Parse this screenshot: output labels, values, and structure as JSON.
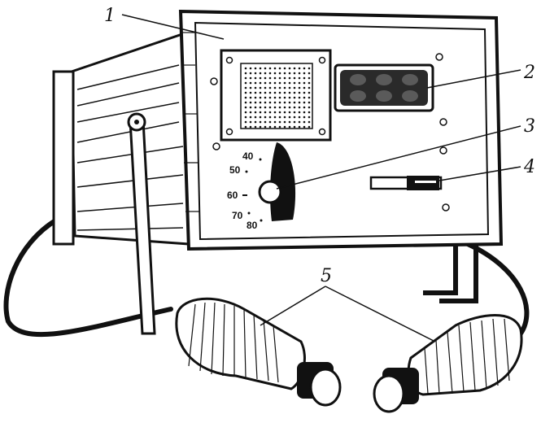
{
  "callouts": [
    "1",
    "2",
    "3",
    "4",
    "5"
  ],
  "dial_scale": [
    "40",
    "50",
    "60",
    "70",
    "80"
  ],
  "colors": {
    "ink": "#111111",
    "paper": "#ffffff",
    "screen": "#2a2a2a"
  }
}
